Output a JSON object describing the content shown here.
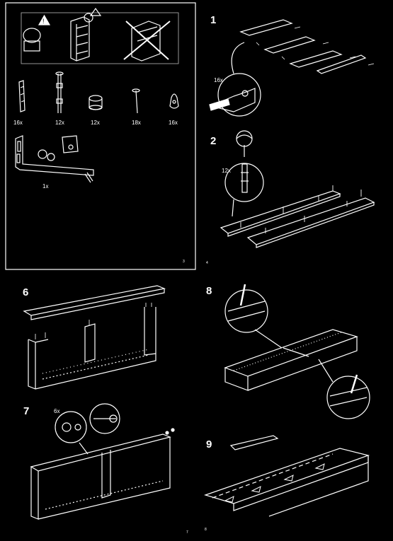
{
  "page_numbers": {
    "left_top": "3",
    "right_top": "4",
    "left_bottom": "7",
    "right_bottom": "8"
  },
  "parts": [
    {
      "qty": "16x",
      "icon": "wooden-dowel-icon"
    },
    {
      "qty": "12x",
      "icon": "cam-bolt-icon"
    },
    {
      "qty": "12x",
      "icon": "cam-lock-icon"
    },
    {
      "qty": "18x",
      "icon": "nail-icon"
    },
    {
      "qty": "16x",
      "icon": "shelf-pin-icon"
    }
  ],
  "bracket_qty": "1x",
  "steps": {
    "s1": {
      "number": "1",
      "callout": "16x"
    },
    "s2": {
      "number": "2",
      "callout": "12x"
    },
    "s6": {
      "number": "6"
    },
    "s7": {
      "number": "7",
      "callout": "6x"
    },
    "s8": {
      "number": "8"
    },
    "s9": {
      "number": "9"
    }
  }
}
